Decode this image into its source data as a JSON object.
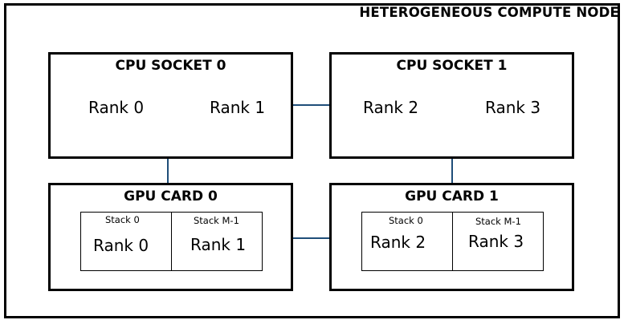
{
  "node": {
    "title": "HETEROGENEOUS COMPUTE NODE"
  },
  "cpu_sockets": [
    {
      "title": "CPU SOCKET 0",
      "ranks": [
        "Rank 0",
        "Rank 1"
      ]
    },
    {
      "title": "CPU SOCKET 1",
      "ranks": [
        "Rank 2",
        "Rank 3"
      ]
    }
  ],
  "gpu_cards": [
    {
      "title": "GPU CARD 0",
      "stacks": [
        {
          "label": "Stack 0",
          "rank": "Rank 0"
        },
        {
          "label": "Stack M-1",
          "rank": "Rank 1"
        }
      ]
    },
    {
      "title": "GPU CARD 1",
      "stacks": [
        {
          "label": "Stack 0",
          "rank": "Rank 2"
        },
        {
          "label": "Stack M-1",
          "rank": "Rank 3"
        }
      ]
    }
  ],
  "colors": {
    "connector": "#1f4e79",
    "border": "#000000"
  }
}
